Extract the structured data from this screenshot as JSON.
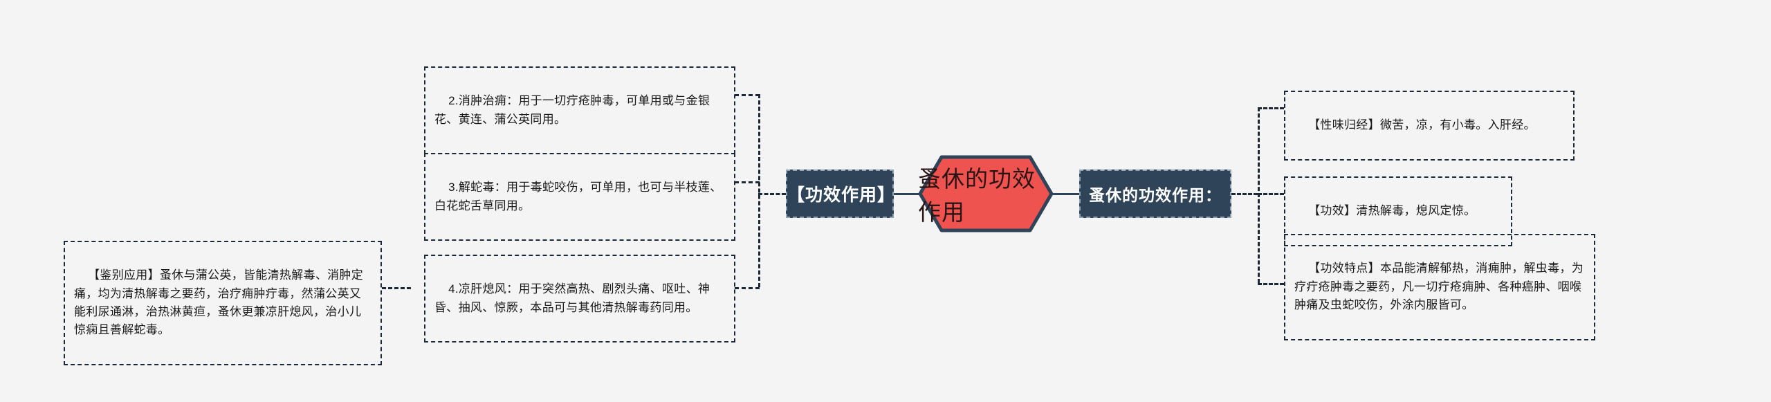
{
  "theme": {
    "background": "#f4f4f4",
    "accent_red": "#ef5350",
    "dark_navy": "#2f4458",
    "line_color": "#1b2838",
    "text_color": "#1a1a1a"
  },
  "center_node": {
    "label": "蚤休的功效作用",
    "shape": "hexagon"
  },
  "left_branch": {
    "header": {
      "label": "【功效作用】"
    },
    "items": [
      {
        "id": "xiaozhong-zhiyong",
        "text": "2.消肿治痈：用于一切疔疮肿毒，可单用或与金银花、黄连、蒲公英同用。"
      },
      {
        "id": "jie-shedu",
        "text": "3.解蛇毒：用于毒蛇咬伤，可单用，也可与半枝莲、白花蛇舌草同用。"
      },
      {
        "id": "lianggan-xifeng",
        "text": "4.凉肝熄风：用于突然高热、剧烈头痛、呕吐、神昏、抽风、惊厥，本品可与其他清热解毒药同用。"
      }
    ],
    "sub_item": {
      "id": "jianbie-yingyong",
      "text": "【鉴别应用】蚤休与蒲公英，皆能清热解毒、消肿定痛，均为清热解毒之要药，治疗痈肿疔毒，然蒲公英又能利尿通淋，治热淋黄疸，蚤休更兼凉肝熄风，治小儿惊痫且善解蛇毒。"
    }
  },
  "right_branch": {
    "header": {
      "label": "蚤休的功效作用："
    },
    "items": [
      {
        "id": "xingwei-guijing",
        "text": "【性味归经】微苦，凉，有小毒。入肝经。"
      },
      {
        "id": "gongxiao",
        "text": "【功效】清热解毒，熄风定惊。"
      },
      {
        "id": "gongxiao-tedian",
        "text": "【功效特点】本品能清解郁热，消痈肿，解虫毒，为疗疔疮肿毒之要药，凡一切疔疮痈肿、各种癌肿、咽喉肿痛及虫蛇咬伤，外涂内服皆可。"
      }
    ]
  }
}
